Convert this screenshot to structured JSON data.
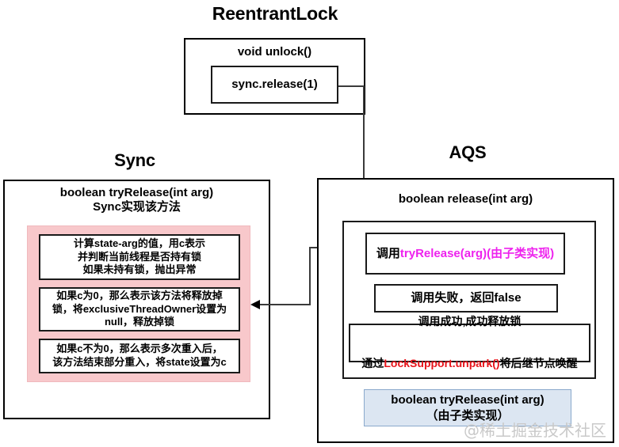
{
  "titles": {
    "reentrantlock": "ReentrantLock",
    "sync": "Sync",
    "aqs": "AQS"
  },
  "reentrantlock": {
    "method_label": "void unlock()",
    "call_box": "sync.release(1)"
  },
  "sync": {
    "method_label": "boolean tryRelease(int arg)\nSync实现该方法",
    "steps": [
      "计算state-arg的值，用c表示\n并判断当前线程是否持有锁\n如果未持有锁，抛出异常",
      "如果c为0，那么表示该方法将释放掉\n锁，将exclusiveThreadOwner设置为\nnull，释放掉锁",
      "如果c不为0，那么表示多次重入后，\n该方法结束部分重入，将state设置为c"
    ]
  },
  "aqs": {
    "method_label": "boolean release(int arg)",
    "steps": [
      {
        "prefix": "调用",
        "highlight": "tryRelease(arg)(由子类实现)",
        "highlight_color": "#ee22ee",
        "suffix": ""
      },
      {
        "text": "调用失败，返回false"
      },
      {
        "line1": "调用成功,成功释放锁",
        "prefix": "通过",
        "highlight": "LockSupport.unpark()",
        "highlight_color": "#e8131a",
        "suffix": "将后继节点唤醒"
      }
    ],
    "abstract_box": "boolean tryRelease(int arg)\n（由子类实现）"
  },
  "watermark": "@稀土掘金技术社区",
  "colors": {
    "pink_panel": "#f8c8cb",
    "blue_panel": "#dce6f2",
    "magenta_text": "#ee22ee",
    "red_text": "#e8131a",
    "stroke": "#000000"
  }
}
